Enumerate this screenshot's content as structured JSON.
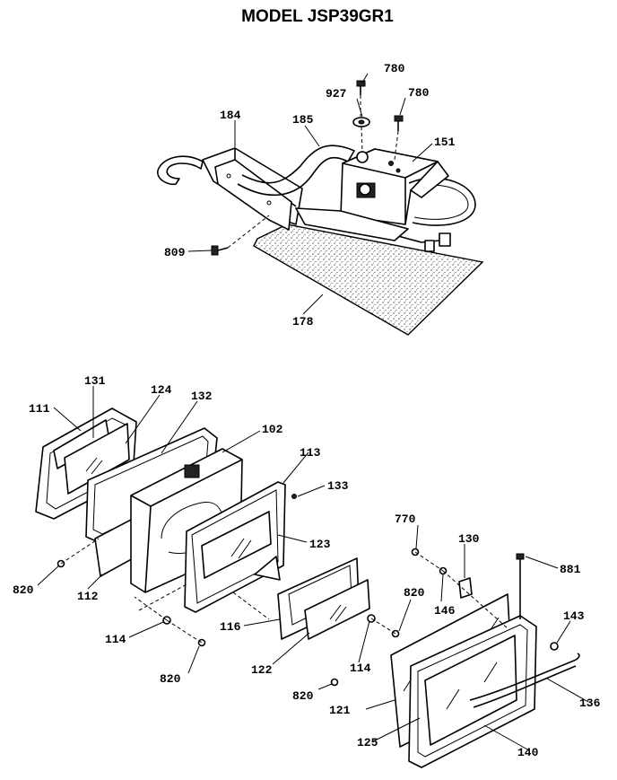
{
  "title": "MODEL JSP39GR1",
  "labels": {
    "p780a": "780",
    "p927": "927",
    "p780b": "780",
    "p184": "184",
    "p185": "185",
    "p151": "151",
    "p809": "809",
    "p178": "178",
    "p111": "111",
    "p131": "131",
    "p124": "124",
    "p132": "132",
    "p102": "102",
    "p113": "113",
    "p133": "133",
    "p123": "123",
    "p820a": "820",
    "p112": "112",
    "p114a": "114",
    "p820b": "820",
    "p116": "116",
    "p122": "122",
    "p820c": "820",
    "p114b": "114",
    "p820d": "820",
    "p770": "770",
    "p130": "130",
    "p146": "146",
    "p881": "881",
    "p143": "143",
    "p121": "121",
    "p125": "125",
    "p136": "136",
    "p140": "140"
  }
}
